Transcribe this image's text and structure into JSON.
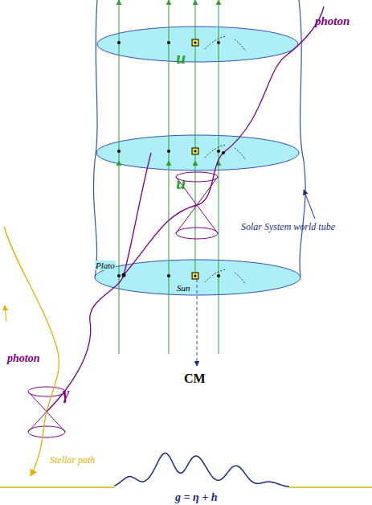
{
  "diagram": {
    "labels": [
      "photon",
      "u",
      "u",
      "Solar System world tube",
      "Plato",
      "Sun",
      "CM",
      "γ",
      "photon",
      "Stellar path",
      "g = η + h"
    ]
  }
}
